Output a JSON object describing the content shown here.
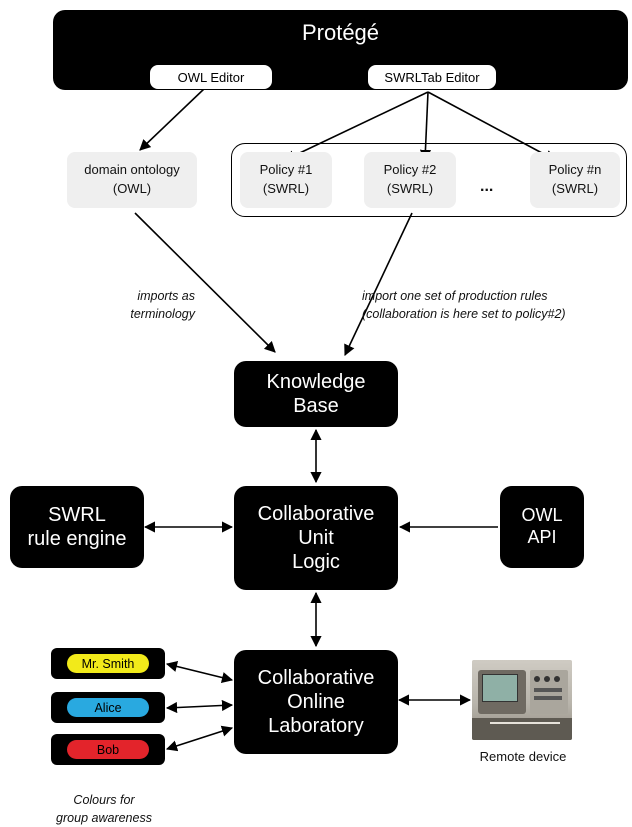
{
  "protege": {
    "title": "Protégé",
    "owl_editor": "OWL Editor",
    "swrltab_editor": "SWRLTab Editor"
  },
  "domain_ontology": "domain ontology\n(OWL)",
  "policies": [
    {
      "label": "Policy #1\n(SWRL)"
    },
    {
      "label": "Policy #2\n(SWRL)"
    },
    {
      "label": "Policy #n\n(SWRL)"
    }
  ],
  "ellipsis": "...",
  "labels": {
    "imports_as_terminology": "imports as\nterminology",
    "import_rules": "import one set of production rules\n(collaboration is here set to policy#2)",
    "colours": "Colours for\ngroup awareness",
    "remote_device": "Remote device"
  },
  "boxes": {
    "knowledge_base": "Knowledge\nBase",
    "swrl_engine": "SWRL\nrule engine",
    "collab_logic": "Collaborative\nUnit\nLogic",
    "owl_api": "OWL\nAPI",
    "online_lab": "Collaborative\nOnline\nLaboratory"
  },
  "users": [
    {
      "name": "Mr. Smith",
      "color": "#f2ea1a"
    },
    {
      "name": "Alice",
      "color": "#29a9e0"
    },
    {
      "name": "Bob",
      "color": "#e3242b"
    }
  ],
  "colors": {
    "block": "#000000",
    "pill": "#ffffff",
    "grey_box": "#efefef"
  }
}
